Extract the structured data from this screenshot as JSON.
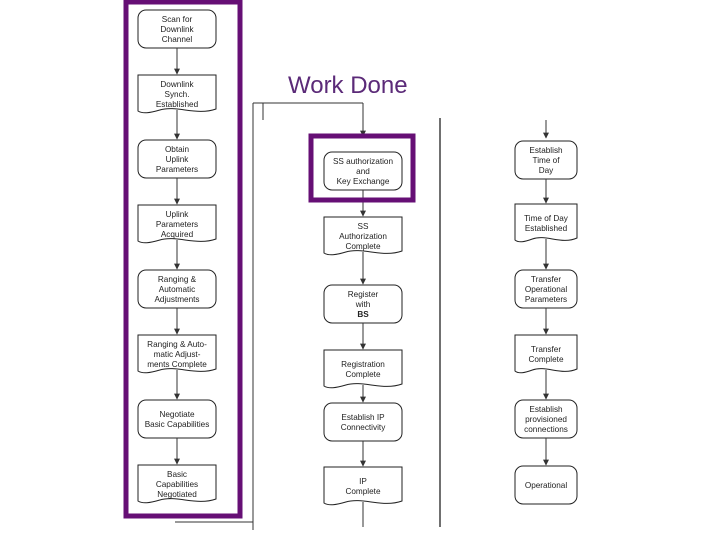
{
  "title": "Work Done",
  "colors": {
    "highlight": "#660f75",
    "title": "#5b2a78",
    "line": "#333333",
    "box_stroke": "#222222"
  },
  "flow": {
    "col1": [
      {
        "shape": "rounded",
        "lines": [
          "Scan for",
          "Downlink",
          "Channel"
        ]
      },
      {
        "shape": "doc",
        "lines": [
          "Downlink",
          "Synch.",
          "Established"
        ]
      },
      {
        "shape": "rounded",
        "lines": [
          "Obtain",
          "Uplink",
          "Parameters"
        ]
      },
      {
        "shape": "doc",
        "lines": [
          "Uplink",
          "Parameters",
          "Acquired"
        ]
      },
      {
        "shape": "rounded",
        "lines": [
          "Ranging &",
          "Automatic",
          "Adjustments"
        ]
      },
      {
        "shape": "doc",
        "lines": [
          "Ranging & Auto-",
          "matic Adjust-",
          "ments Complete"
        ]
      },
      {
        "shape": "rounded",
        "lines": [
          "Negotiate",
          "Basic Capabilities"
        ]
      },
      {
        "shape": "doc",
        "lines": [
          "Basic",
          "Capabilities",
          "Negotiated"
        ]
      }
    ],
    "col2": [
      {
        "shape": "rounded",
        "lines": [
          "SS authorization",
          "and",
          "Key Exchange"
        ]
      },
      {
        "shape": "doc",
        "lines": [
          "SS",
          "Authorization",
          "Complete"
        ]
      },
      {
        "shape": "rounded",
        "lines": [
          "Register",
          "with",
          "BS"
        ]
      },
      {
        "shape": "doc",
        "lines": [
          "Registration",
          "Complete"
        ]
      },
      {
        "shape": "rounded",
        "lines": [
          "Establish IP",
          "Connectivity"
        ]
      },
      {
        "shape": "doc",
        "lines": [
          "IP",
          "Complete"
        ]
      }
    ],
    "col3": [
      {
        "shape": "rounded",
        "lines": [
          "Establish",
          "Time of",
          "Day"
        ]
      },
      {
        "shape": "doc",
        "lines": [
          "Time of Day",
          "Established"
        ]
      },
      {
        "shape": "rounded",
        "lines": [
          "Transfer",
          "Operational",
          "Parameters"
        ]
      },
      {
        "shape": "doc",
        "lines": [
          "Transfer",
          "Complete"
        ]
      },
      {
        "shape": "rounded",
        "lines": [
          "Establish",
          "provisioned",
          "connections"
        ]
      },
      {
        "shape": "rounded",
        "lines": [
          "Operational"
        ]
      }
    ]
  }
}
